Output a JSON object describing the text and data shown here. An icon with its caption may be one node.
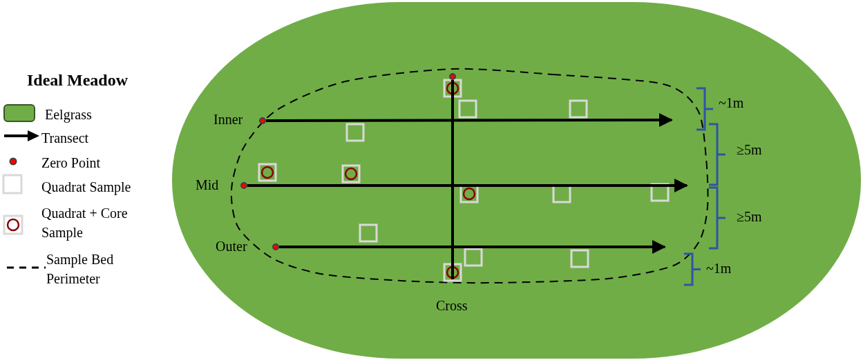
{
  "diagram": {
    "title": "Ideal Meadow",
    "nodes": [
      {
        "text": [],
        "shape": "circle",
        "beside": [
          "Inner"
        ]
      },
      {
        "text": [],
        "shape": "circle",
        "beside": [
          "Mid"
        ]
      },
      {
        "text": [],
        "shape": "circle",
        "beside": [
          "Outer"
        ]
      },
      {
        "text": [],
        "shape": "circle"
      }
    ],
    "edges": [
      {
        "from": 0,
        "to": null,
        "arrow": "to"
      },
      {
        "from": 1,
        "to": null,
        "arrow": "to"
      },
      {
        "from": 2,
        "to": null,
        "arrow": "to"
      },
      {
        "from": 3,
        "to": null,
        "arrow": "none"
      }
    ],
    "labels": [
      "~1m",
      "≥5m",
      "≥5m",
      "~1m",
      "Cross"
    ],
    "legend": [
      {
        "text": "Eelgrass",
        "color": "#70ad47"
      },
      {
        "text": "Transect"
      },
      {
        "text": "Zero Point"
      },
      {
        "text": "Quadrat Sample"
      },
      {
        "text": "Quadrat + Core Sample"
      },
      {
        "text": "Sample Bed Perimeter"
      }
    ]
  }
}
